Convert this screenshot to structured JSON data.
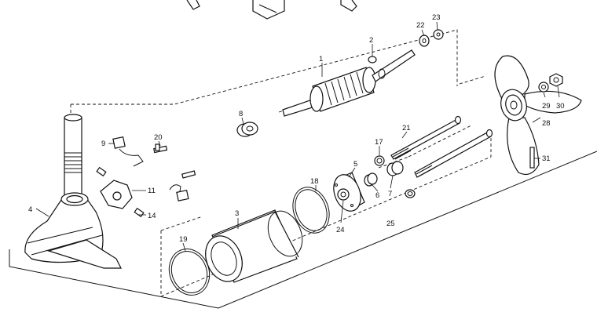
{
  "callouts": {
    "p1": "1",
    "p2": "2",
    "p3": "3",
    "p4": "4",
    "p5": "5",
    "p6": "6",
    "p7": "7",
    "p8": "8",
    "p9": "9",
    "p11": "11",
    "p14": "14",
    "p17": "17",
    "p18": "18",
    "p19": "19",
    "p20": "20",
    "p21": "21",
    "p22": "22",
    "p23": "23",
    "p24": "24",
    "p25": "25",
    "p28": "28",
    "p29": "29",
    "p30": "30",
    "p31": "31"
  }
}
